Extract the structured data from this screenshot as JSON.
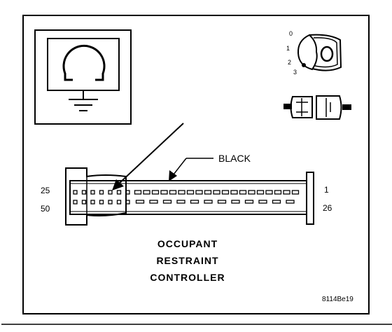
{
  "wire_label": "BLACK",
  "pin_labels": {
    "top_left": "25",
    "bottom_left": "50",
    "top_right": "1",
    "bottom_right": "26"
  },
  "ignition_positions": [
    "3",
    "2",
    "1",
    "0"
  ],
  "component_name": {
    "line1": "OCCUPANT",
    "line2": "RESTRAINT",
    "line3": "CONTROLLER"
  },
  "figure_id": "8114Be19",
  "icons": {
    "meter": "ohmmeter-icon",
    "ignition": "ignition-key-off-icon",
    "connector": "disconnected-connector-icon"
  }
}
